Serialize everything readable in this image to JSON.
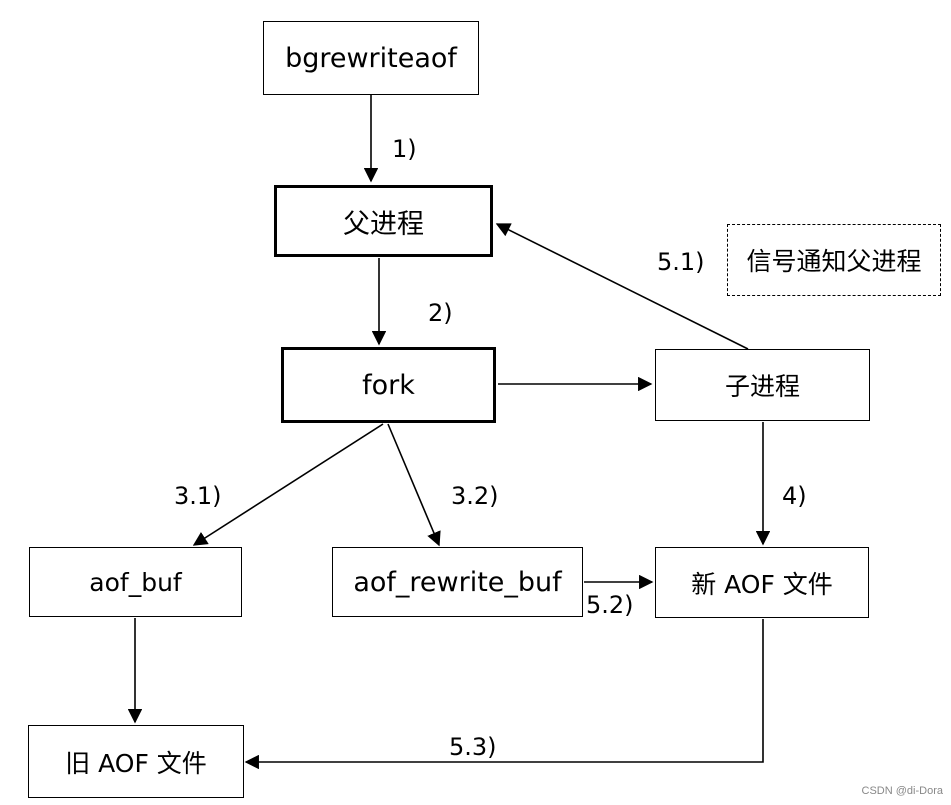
{
  "nodes": {
    "bgrewriteaof": "bgrewriteaof",
    "parent": "父进程",
    "fork": "fork",
    "child": "子进程",
    "aof_buf": "aof_buf",
    "aof_rewrite_buf": "aof_rewrite_buf",
    "new_aof": "新 AOF 文件",
    "old_aof": "旧 AOF 文件",
    "signal_note": "信号通知父进程"
  },
  "steps": {
    "s1": "1)",
    "s2": "2)",
    "s3_1": "3.1)",
    "s3_2": "3.2)",
    "s4": "4)",
    "s5_1": "5.1)",
    "s5_2": "5.2)",
    "s5_3": "5.3)"
  },
  "watermark": "CSDN @di-Dora"
}
